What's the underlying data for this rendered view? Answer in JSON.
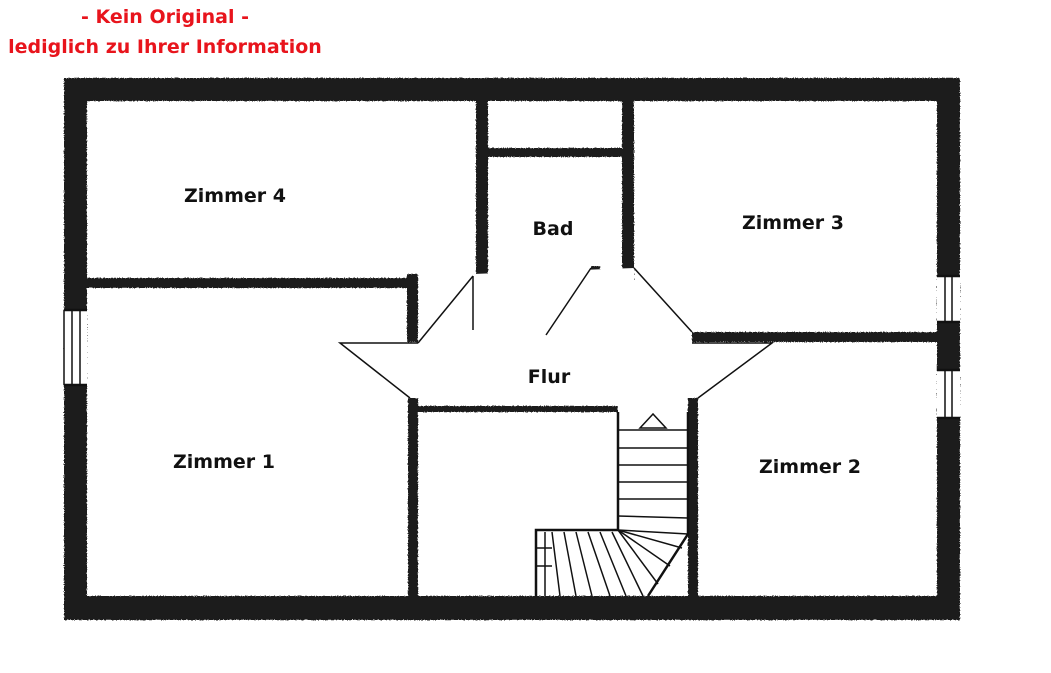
{
  "disclaimer": {
    "line1": "- Kein Original -",
    "line2": "lediglich zu Ihrer Information",
    "color": "#e8141c"
  },
  "rooms": {
    "zimmer4": "Zimmer 4",
    "bad": "Bad",
    "zimmer3": "Zimmer 3",
    "flur": "Flur",
    "zimmer1": "Zimmer 1",
    "zimmer2": "Zimmer 2"
  }
}
